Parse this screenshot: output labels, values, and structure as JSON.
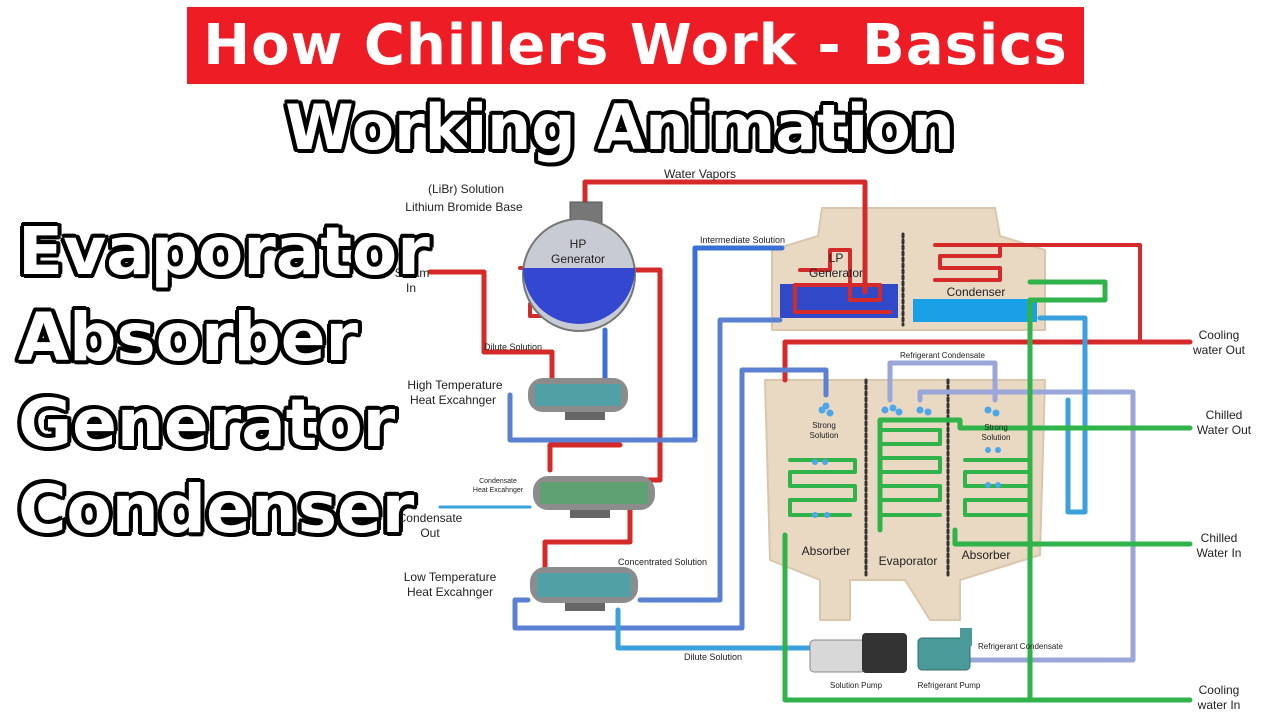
{
  "header": {
    "title": "How Chillers Work - Basics",
    "subtitle": "Working Animation"
  },
  "keywords": [
    "Evaporator",
    "Absorber",
    "Generator",
    "Condenser"
  ],
  "colors": {
    "banner": "#ee1c25",
    "hot_pipe": "#d42a2a",
    "cool_pipe": "#5b7fd1",
    "cooling_water": "#3aa1dc",
    "chilled_water": "#2fb34a",
    "return_pipe": "#9aa6d8",
    "vessel": "#e9d9c3",
    "solution": "#2f49c9"
  },
  "diagram": {
    "libr_line1": "(LiBr) Solution",
    "libr_line2": "Lithium Bromide Base",
    "water_vapors": "Water Vapors",
    "intermediate_solution": "Intermediate Solution",
    "hp_gen_1": "HP",
    "hp_gen_2": "Generator",
    "lp_gen_1": "LP",
    "lp_gen_2": "Generator",
    "condenser": "Condenser",
    "steam_1": "Steam",
    "steam_2": "In",
    "dilute_solution_top": "Dilute Solution",
    "hthx_1": "High Temperature",
    "hthx_2": "Heat Excahnger",
    "cond_hx_1": "Condensate",
    "cond_hx_2": "Heat Excahnger",
    "condensate_out_1": "Condensate",
    "condensate_out_2": "Out",
    "lthx_1": "Low Temperature",
    "lthx_2": "Heat Excahnger",
    "concentrated_solution": "Concentrated Solution",
    "dilute_solution_bottom": "Dilute Solution",
    "refrigerant_condensate_top": "Refrigerant Condensate",
    "refrigerant_condensate_bottom": "Refrigerant Condensate",
    "strong_solution": "Strong",
    "strong_solution_2": "Solution",
    "absorber_left": "Absorber",
    "evaporator": "Evaporator",
    "absorber_right": "Absorber",
    "solution_pump": "Solution Pump",
    "refrigerant_pump": "Refrigerant Pump",
    "cooling_out_1": "Cooling",
    "cooling_out_2": "water Out",
    "chilled_out_1": "Chilled",
    "chilled_out_2": "Water Out",
    "chilled_in_1": "Chilled",
    "chilled_in_2": "Water In",
    "cooling_in_1": "Cooling",
    "cooling_in_2": "water In"
  }
}
